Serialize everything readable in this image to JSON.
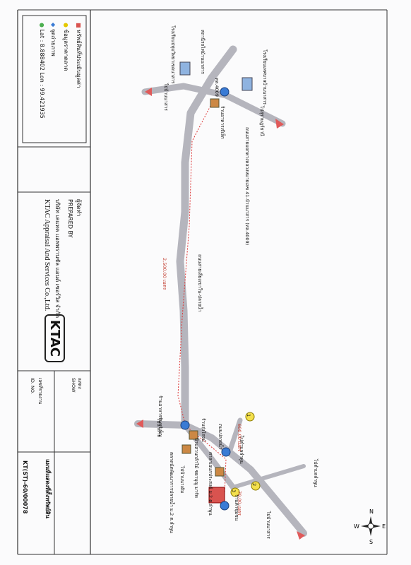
{
  "legend": {
    "items": [
      {
        "icon": "red-square-icon",
        "label": "ทรัพย์สินที่ประเมินมูลค่า"
      },
      {
        "icon": "yellow-circle-icon",
        "label": "ข้อมูลราคาตลาด"
      },
      {
        "icon": "blue-diamond-icon",
        "label": "จุดถ่ายภาพ"
      },
      {
        "icon": "green-circle-icon",
        "label": "Lat : 8.888402 Lon : 99.421935"
      }
    ]
  },
  "prepared_by": {
    "label_th": "ผู้จัดทำ",
    "label_en": "PREPARED BY",
    "company_th": "บริษัท เคแทค แอพพรานซัล แอนด์ เซอร์วิส จำกัด",
    "company_en": "KTAC Appraisal And Services Co.,Ltd."
  },
  "logo_text": "KTAC",
  "show": {
    "label_th": "แสดง",
    "label_en": "SHOW",
    "value": "แผนที่แสดงที่ตั้งทรัพย์สิน"
  },
  "id_no": {
    "label_th": "เลขที่รายงาน",
    "label_en": "ID. NO.",
    "value": "KT(ST)-60/00078"
  },
  "map": {
    "road_labels": [
      "ถนนสายแยกทางหลวงหมายเลข 41-บ้านนาสาร (ทล.4009)",
      "ถนนสายเลี่ยงเขาใน-ปลายน้ำ",
      "ถนนปลายน้ำ"
    ],
    "place_labels": [
      "โรงเรียนเทศบาลบ้านนาสาร",
      "สถานีรถไฟบ้านนาสาร",
      "โรงเรียนปทุมวิทยาเขตนาสาร",
      "ร้านอาหารเจ๊เล็ก",
      "ร้านอาหารจันทร์เพ็ญ",
      "ร้านรุ่งโรจน์",
      "บ้านสวนกล้าไม้ ชยาบุญ มาร์ท",
      "ศาลาเอนกประสงค์ ม.2 ต.ลำพูน",
      "ตลาดนัดพัฒนาการปลายน้ำ ม.2 ต.ลำพูน",
      "ร้านค้าชุมชน"
    ],
    "direction_labels": [
      "ไปบ้านนาสาร",
      "ไปสุราษฎร์ธานี",
      "ไปนาสาร",
      "ไปบ้านนาสาร",
      "ไปตำบลลำพูน",
      "ไปตำบลลำพูน",
      "ไปบ้านนาเดิม",
      "ทล.4009"
    ],
    "distance_labels": [
      "2,500.00 เมตร",
      "600.00 เมตร",
      "70.00 เมตร"
    ],
    "market_points": [
      "1",
      "2",
      "3"
    ],
    "compass": {
      "n": "N",
      "s": "S",
      "e": "E",
      "w": "W"
    }
  }
}
